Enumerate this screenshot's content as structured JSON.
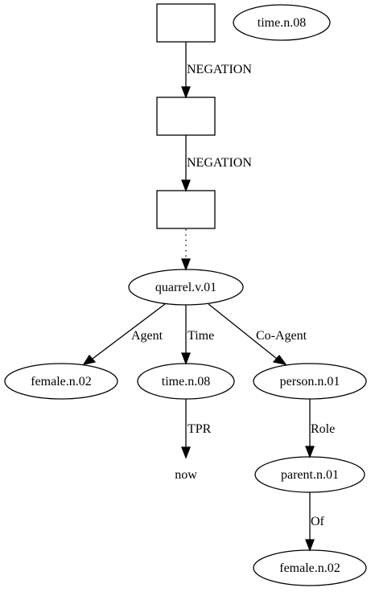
{
  "nodes": {
    "box1": "",
    "box2": "",
    "box3": "",
    "time_top": "time.n.08",
    "quarrel": "quarrel.v.01",
    "female1": "female.n.02",
    "time_mid": "time.n.08",
    "person": "person.n.01",
    "now": "now",
    "parent": "parent.n.01",
    "female2": "female.n.02"
  },
  "edges": {
    "neg1": "NEGATION",
    "neg2": "NEGATION",
    "agent": "Agent",
    "time": "Time",
    "coagent": "Co-Agent",
    "tpr": "TPR",
    "role": "Role",
    "of": "Of"
  }
}
